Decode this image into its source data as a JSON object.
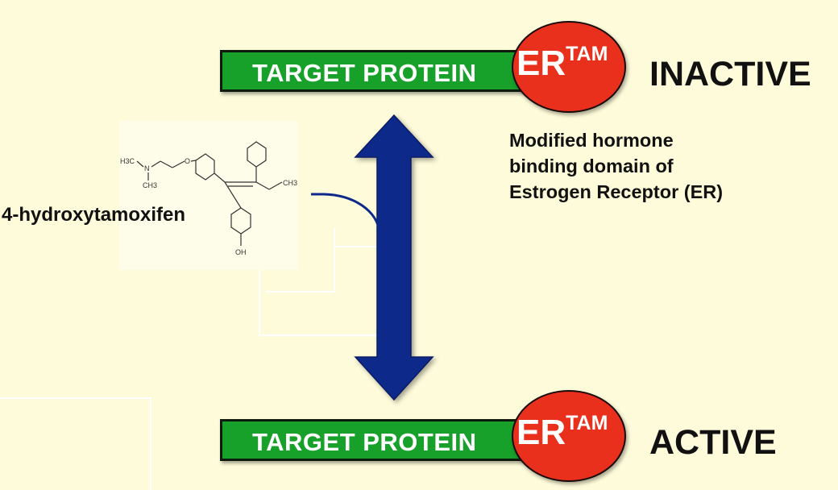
{
  "top_construct": {
    "protein_label": "TARGET PROTEIN",
    "receptor_label": "ER",
    "receptor_superscript": "TAM",
    "state": "INACTIVE"
  },
  "bottom_construct": {
    "protein_label": "TARGET PROTEIN",
    "receptor_label": "ER",
    "receptor_superscript": "TAM",
    "state": "ACTIVE"
  },
  "description": "Modified hormone binding domain of Estrogen Receptor (ER)",
  "drug": {
    "name": "4-hydroxytamoxifen",
    "atoms": {
      "dimethyl_h3c": "H3C",
      "dimethyl_ch3": "CH3",
      "nitrogen": "N",
      "oxygen": "O",
      "ethyl": "CH3",
      "hydroxyl": "OH"
    }
  },
  "colors": {
    "background": "#fdfbd9",
    "protein_bar": "#17a02a",
    "receptor_oval": "#e8301c",
    "arrow": "#0d2a8a",
    "connector": "#0d2a8a"
  }
}
